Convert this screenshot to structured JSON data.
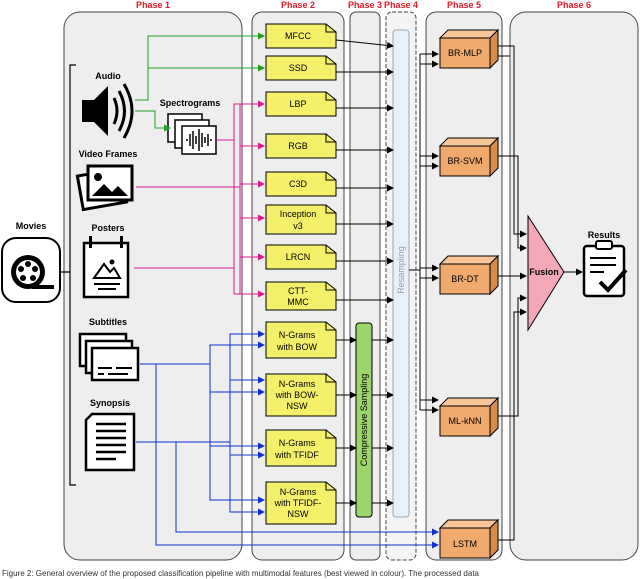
{
  "phases": [
    {
      "title": "Phase 1"
    },
    {
      "title": "Phase 2"
    },
    {
      "title": "Phase 3"
    },
    {
      "title": "Phase 4"
    },
    {
      "title": "Phase 5"
    },
    {
      "title": "Phase 6"
    }
  ],
  "root": {
    "label": "Movies"
  },
  "sources": {
    "audio": "Audio",
    "spectrograms": "Spectrograms",
    "video_frames": "Video Frames",
    "posters": "Posters",
    "subtitles": "Subtitles",
    "synopsis": "Synopsis"
  },
  "features": [
    {
      "line1": "MFCC",
      "line2": ""
    },
    {
      "line1": "SSD",
      "line2": ""
    },
    {
      "line1": "LBP",
      "line2": ""
    },
    {
      "line1": "RGB",
      "line2": ""
    },
    {
      "line1": "C3D",
      "line2": ""
    },
    {
      "line1": "Inception",
      "line2": "v3"
    },
    {
      "line1": "LRCN",
      "line2": ""
    },
    {
      "line1": "CTT-",
      "line2": "MMC"
    },
    {
      "line1": "N-Grams",
      "line2": "with BOW",
      "line3": ""
    },
    {
      "line1": "N-Grams",
      "line2": "with BOW-",
      "line3": "NSW"
    },
    {
      "line1": "N-Grams",
      "line2": "with TFIDF",
      "line3": ""
    },
    {
      "line1": "N-Grams",
      "line2": "with TFIDF-",
      "line3": "NSW"
    }
  ],
  "compressive_sampling": "Compressive Sampling",
  "resampling": "Resampling",
  "classifiers": [
    "BR-MLP",
    "BR-SVM",
    "BR-DT",
    "ML-kNN",
    "LSTM"
  ],
  "fusion": "Fusion",
  "results": "Results",
  "caption": "Figure 2: General overview of the proposed classification pipeline with multimodal features (best viewed in colour). The processed data",
  "colors": {
    "audio_arrows": "#20a020",
    "visual_arrows": "#e01890",
    "text_arrows": "#1030d0",
    "feature_box": "#f5f06a",
    "classifier_box": "#f0aa6e",
    "fusion": "#f5a8b8",
    "compressive": "#9bd66a",
    "resampling": "#e8f0f8",
    "phase_bg": "#eeeeee"
  }
}
